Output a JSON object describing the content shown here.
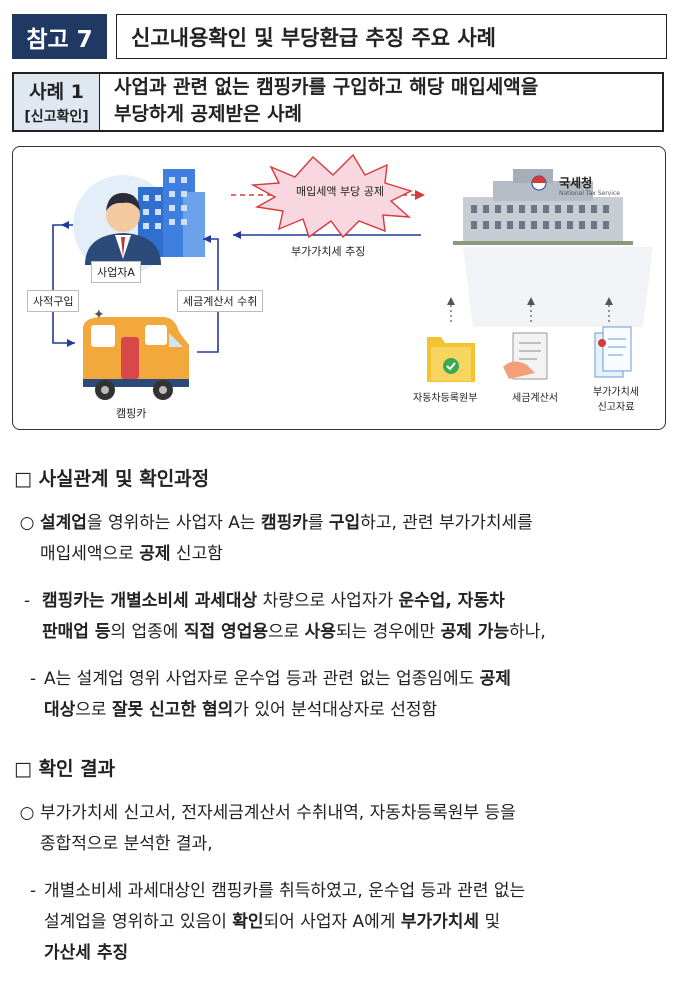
{
  "header": {
    "badge": "참고 7",
    "title": "신고내용확인 및 부당환급 추징 주요 사례"
  },
  "case": {
    "num": "사례 1",
    "sub": "[신고확인]",
    "line1": "사업과 관련 없는 캠핑카를 구입하고 해당 매입세액을",
    "line2": "부당하게 공제받은 사례"
  },
  "diagram": {
    "burst_text": "매입세액 부당 공제",
    "collect_text": "부가가치세 추징",
    "business_label": "사업자A",
    "buy_label": "사적구입",
    "invoice_recv_label": "세금계산서 수취",
    "camper_label": "캠핑카",
    "nts_label": "국세청",
    "nts_sub": "National Tax Service",
    "doc1": "자동차등록원부",
    "doc2": "세금계산서",
    "doc3_l1": "부가가치세",
    "doc3_l2": "신고자료"
  },
  "section1": {
    "marker": "□",
    "title": "사실관계 및 확인과정",
    "b1": {
      "marker": "○",
      "t1": "설계업",
      "t2": "을 영위하는 사업자 A는 ",
      "t3": "캠핑카",
      "t4": "를 ",
      "t5": "구입",
      "t6": "하고, 관련 부가가치세를",
      "t7": "매입세액으로 ",
      "t8": "공제",
      "t9": " 신고함"
    },
    "d1": {
      "dash": "-",
      "t1": "캠핑카는 개별소비세 과세대상",
      "t2": " 차량으로 사업자가 ",
      "t3": "운수업, 자동차",
      "t4": "판매업",
      "t5": " 등",
      "t6": "의 업종에 ",
      "t7": "직접 영업용",
      "t8": "으로 ",
      "t9": "사용",
      "t10": "되는 경우에만 ",
      "t11": "공제 가능",
      "t12": "하나,"
    },
    "d2": {
      "dash": "-",
      "t1": "A는 설계업 영위 사업자로 운수업 등과 관련 없는 업종임에도 ",
      "t2": "공제",
      "t3": "대상",
      "t4": "으로 ",
      "t5": "잘못 신고한 혐의",
      "t6": "가 있어 분석대상자로 선정함"
    }
  },
  "section2": {
    "marker": "□",
    "title": "확인 결과",
    "b1": {
      "marker": "○",
      "t1": "부가가치세 신고서, 전자세금계산서 수취내역, 자동차등록원부 등을",
      "t2": "종합적으로 분석한 결과,"
    },
    "d1": {
      "dash": "-",
      "t1": "개별소비세 과세대상인 캠핑카를 취득하였고, 운수업 등과 관련 없는",
      "t2": "설계업을 영위하고 있음이 ",
      "t3": "확인",
      "t4": "되어 사업자 A에게 ",
      "t5": "부가가치세",
      "t6": " 및",
      "t7": "가산세 추징"
    }
  }
}
